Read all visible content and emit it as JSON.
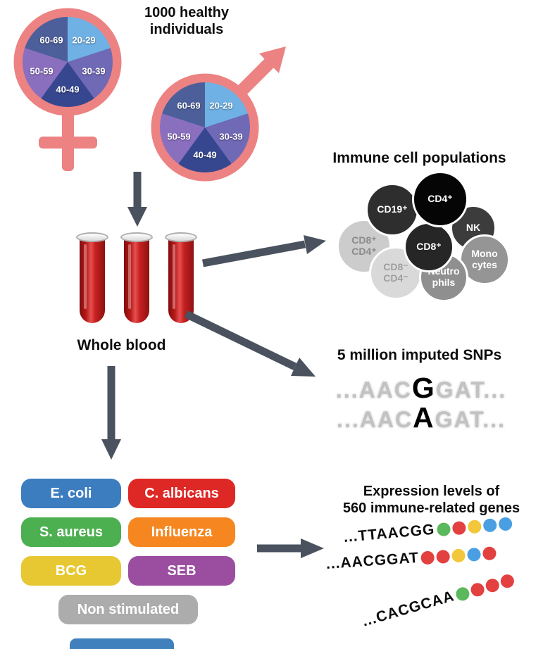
{
  "header": {
    "title_line1": "1000 healthy",
    "title_line2": "individuals"
  },
  "palette": {
    "gender": "#ec8282",
    "arrow": "#49525e",
    "cropped_box": "#3f80bd"
  },
  "pie": {
    "segments": [
      {
        "label": "20-29",
        "color": "#6fb1e4"
      },
      {
        "label": "30-39",
        "color": "#7069b5"
      },
      {
        "label": "40-49",
        "color": "#36478f"
      },
      {
        "label": "50-59",
        "color": "#8a6fbf"
      },
      {
        "label": "60-69",
        "color": "#4d5f9a"
      }
    ]
  },
  "whole_blood": {
    "label": "Whole blood"
  },
  "immune_cells": {
    "title": "Immune cell populations",
    "cells": [
      {
        "lines": [
          "CD19⁺"
        ],
        "bg": "#2e2e2e",
        "fg": "#ffffff"
      },
      {
        "lines": [
          "CD4⁺"
        ],
        "bg": "#050505",
        "fg": "#ffffff"
      },
      {
        "lines": [
          "NK"
        ],
        "bg": "#3c3c3c",
        "fg": "#ffffff"
      },
      {
        "lines": [
          "CD8⁺"
        ],
        "bg": "#262626",
        "fg": "#ffffff"
      },
      {
        "lines": [
          "CD8⁺",
          "CD4⁺"
        ],
        "bg": "#cccccc",
        "fg": "#8a8a8a"
      },
      {
        "lines": [
          "CD8⁻",
          "CD4⁻"
        ],
        "bg": "#d9d9d9",
        "fg": "#9e9e9e"
      },
      {
        "lines": [
          "Neutro",
          "phils"
        ],
        "bg": "#8f8f8f",
        "fg": "#ffffff"
      },
      {
        "lines": [
          "Mono",
          "cytes"
        ],
        "bg": "#959595",
        "fg": "#ffffff"
      }
    ]
  },
  "snps": {
    "title": "5 million imputed SNPs",
    "sequences": [
      {
        "prefix": "...AAC",
        "variant": "G",
        "suffix": "GAT..."
      },
      {
        "prefix": "...AAC",
        "variant": "A",
        "suffix": "GAT..."
      }
    ]
  },
  "stimuli": [
    {
      "label": "E. coli",
      "color": "#3c7dbf"
    },
    {
      "label": "C. albicans",
      "color": "#de2826"
    },
    {
      "label": "S. aureus",
      "color": "#4caf50"
    },
    {
      "label": "Influenza",
      "color": "#f6861f"
    },
    {
      "label": "BCG",
      "color": "#e7c832"
    },
    {
      "label": "SEB",
      "color": "#9b4e9f"
    },
    {
      "label": "Non stimulated",
      "color": "#acacac"
    }
  ],
  "expression": {
    "title_line1": "Expression levels of",
    "title_line2": "560 immune-related genes",
    "dot_colors": {
      "green": "#5cb85c",
      "red": "#e34040",
      "yellow": "#f3c73b",
      "blue": "#4a9fe3"
    },
    "rows": [
      {
        "seq": "...TTAACGG",
        "dots": [
          "green",
          "red",
          "yellow",
          "blue",
          "blue"
        ]
      },
      {
        "seq": "...AACGGAT",
        "dots": [
          "red",
          "red",
          "yellow",
          "blue",
          "red"
        ]
      },
      {
        "seq": "...CACGCAA",
        "dots": [
          "green",
          "red",
          "red",
          "red"
        ]
      }
    ]
  }
}
